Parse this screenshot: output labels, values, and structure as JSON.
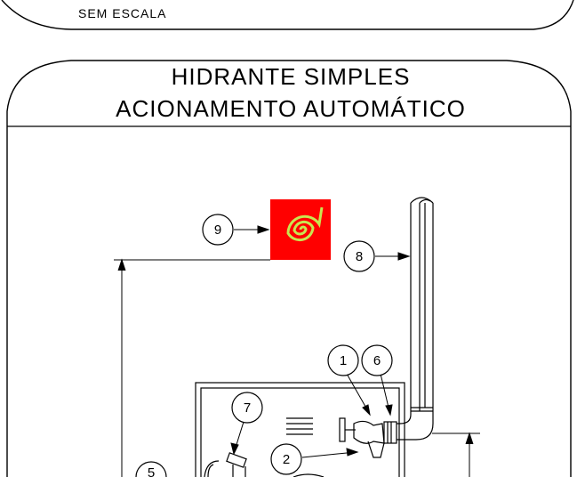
{
  "top_panel": {
    "scale_note": "SEM ESCALA"
  },
  "title": {
    "line1": "HIDRANTE SIMPLES",
    "line2": "ACIONAMENTO AUTOMÁTICO"
  },
  "callouts": [
    "1",
    "2",
    "5",
    "6",
    "7",
    "8",
    "9"
  ],
  "icon": {
    "name": "hose-reel-icon",
    "bg_color": "#ff0000",
    "fg_color": "#c8e650"
  }
}
